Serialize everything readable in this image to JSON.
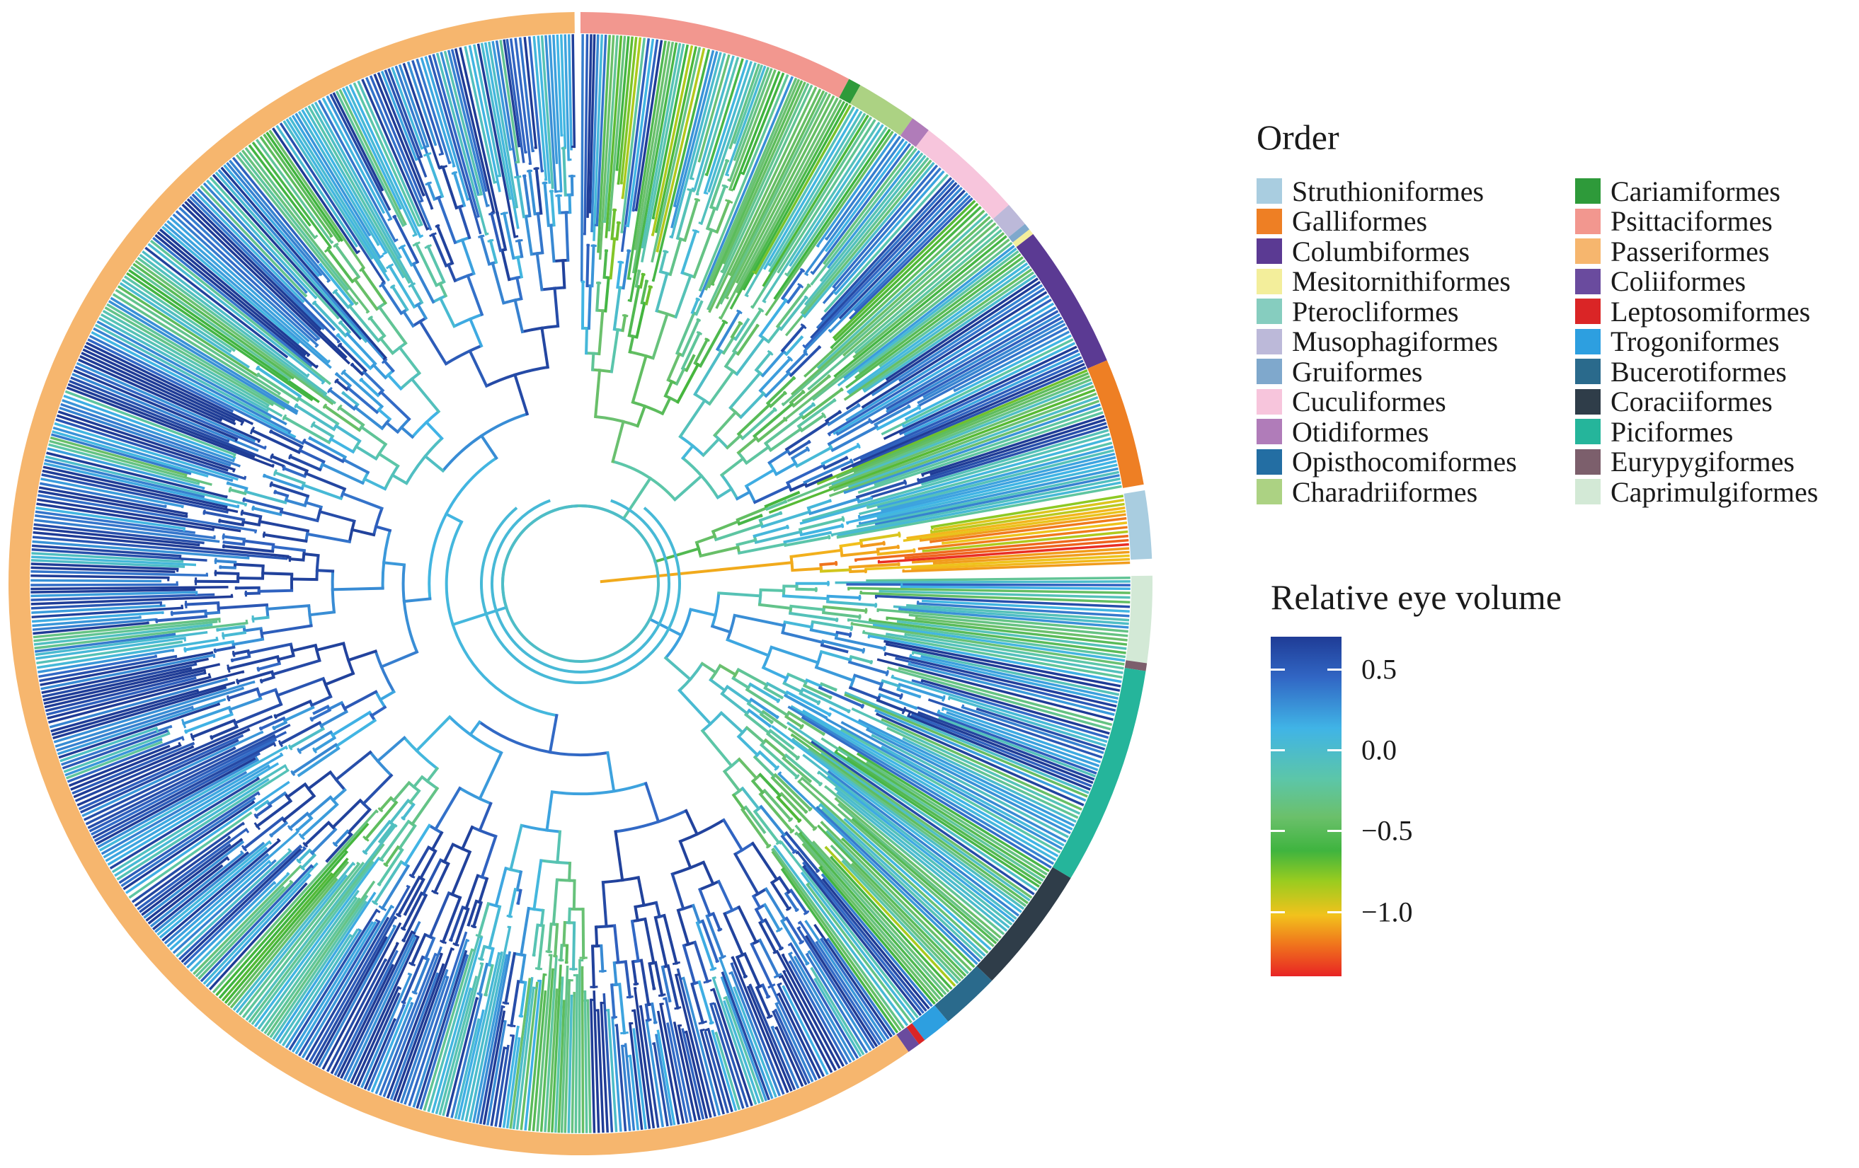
{
  "legend_order": {
    "title": "Order",
    "items": [
      {
        "label": "Struthioniformes",
        "color": "#a9cde0"
      },
      {
        "label": "Galliformes",
        "color": "#ee7f24"
      },
      {
        "label": "Columbiformes",
        "color": "#5b3a93"
      },
      {
        "label": "Mesitornithiformes",
        "color": "#f3ee9b"
      },
      {
        "label": "Pterocliformes",
        "color": "#86cdbf"
      },
      {
        "label": "Musophagiformes",
        "color": "#bcb9d9"
      },
      {
        "label": "Gruiformes",
        "color": "#7fa8cc"
      },
      {
        "label": "Cuculiformes",
        "color": "#f7c5dc"
      },
      {
        "label": "Otidiformes",
        "color": "#b07cb9"
      },
      {
        "label": "Opisthocomiformes",
        "color": "#236ea3"
      },
      {
        "label": "Charadriiformes",
        "color": "#acd283"
      },
      {
        "label": "Cariamiformes",
        "color": "#2e9a3a"
      },
      {
        "label": "Psittaciformes",
        "color": "#f2978f"
      },
      {
        "label": "Passeriformes",
        "color": "#f6b66e"
      },
      {
        "label": "Coliiformes",
        "color": "#6a4b9e"
      },
      {
        "label": "Leptosomiformes",
        "color": "#da2526"
      },
      {
        "label": "Trogoniformes",
        "color": "#2d9fe0"
      },
      {
        "label": "Bucerotiformes",
        "color": "#2a6a8c"
      },
      {
        "label": "Coraciiformes",
        "color": "#2f3d49"
      },
      {
        "label": "Piciformes",
        "color": "#25b59b"
      },
      {
        "label": "Eurypygiformes",
        "color": "#7c5f6c"
      },
      {
        "label": "Caprimulgiformes",
        "color": "#d3e9d6"
      }
    ]
  },
  "legend_scale": {
    "title": "Relative eye volume",
    "ticks": [
      "0.5",
      "0.0",
      "−0.5",
      "−1.0"
    ],
    "tick_values": [
      0.5,
      0.0,
      -0.5,
      -1.0
    ],
    "range": [
      -1.4,
      0.7
    ]
  },
  "order_ring": [
    {
      "order": "Psittaciformes",
      "start": 0,
      "end": 28
    },
    {
      "order": "Cariamiformes",
      "start": 28,
      "end": 29.3
    },
    {
      "order": "Charadriiformes",
      "start": 29.3,
      "end": 35.5
    },
    {
      "order": "Otidiformes",
      "start": 35.5,
      "end": 37.5
    },
    {
      "order": "Cuculiformes",
      "start": 37.5,
      "end": 48.5
    },
    {
      "order": "Musophagiformes",
      "start": 48.5,
      "end": 51
    },
    {
      "order": "Gruiformes",
      "start": 51,
      "end": 51.7
    },
    {
      "order": "Mesitornithiformes",
      "start": 51.7,
      "end": 52.3
    },
    {
      "order": "Columbiformes",
      "start": 52.3,
      "end": 67
    },
    {
      "order": "Galliformes",
      "start": 67,
      "end": 80
    },
    {
      "order": "Struthioniformes",
      "start": 80.6,
      "end": 87.5
    },
    {
      "order": "Caprimulgiformes",
      "start": 89.2,
      "end": 98
    },
    {
      "order": "Eurypygiformes",
      "start": 98,
      "end": 98.8
    },
    {
      "order": "Piciformes",
      "start": 98.8,
      "end": 121
    },
    {
      "order": "Coraciiformes",
      "start": 121,
      "end": 134
    },
    {
      "order": "Bucerotiformes",
      "start": 134,
      "end": 140
    },
    {
      "order": "Trogoniformes",
      "start": 140,
      "end": 143
    },
    {
      "order": "Leptosomiformes",
      "start": 143,
      "end": 143.7
    },
    {
      "order": "Coliiformes",
      "start": 143.7,
      "end": 145
    },
    {
      "order": "Passeriformes",
      "start": 145,
      "end": 359.4
    }
  ]
}
